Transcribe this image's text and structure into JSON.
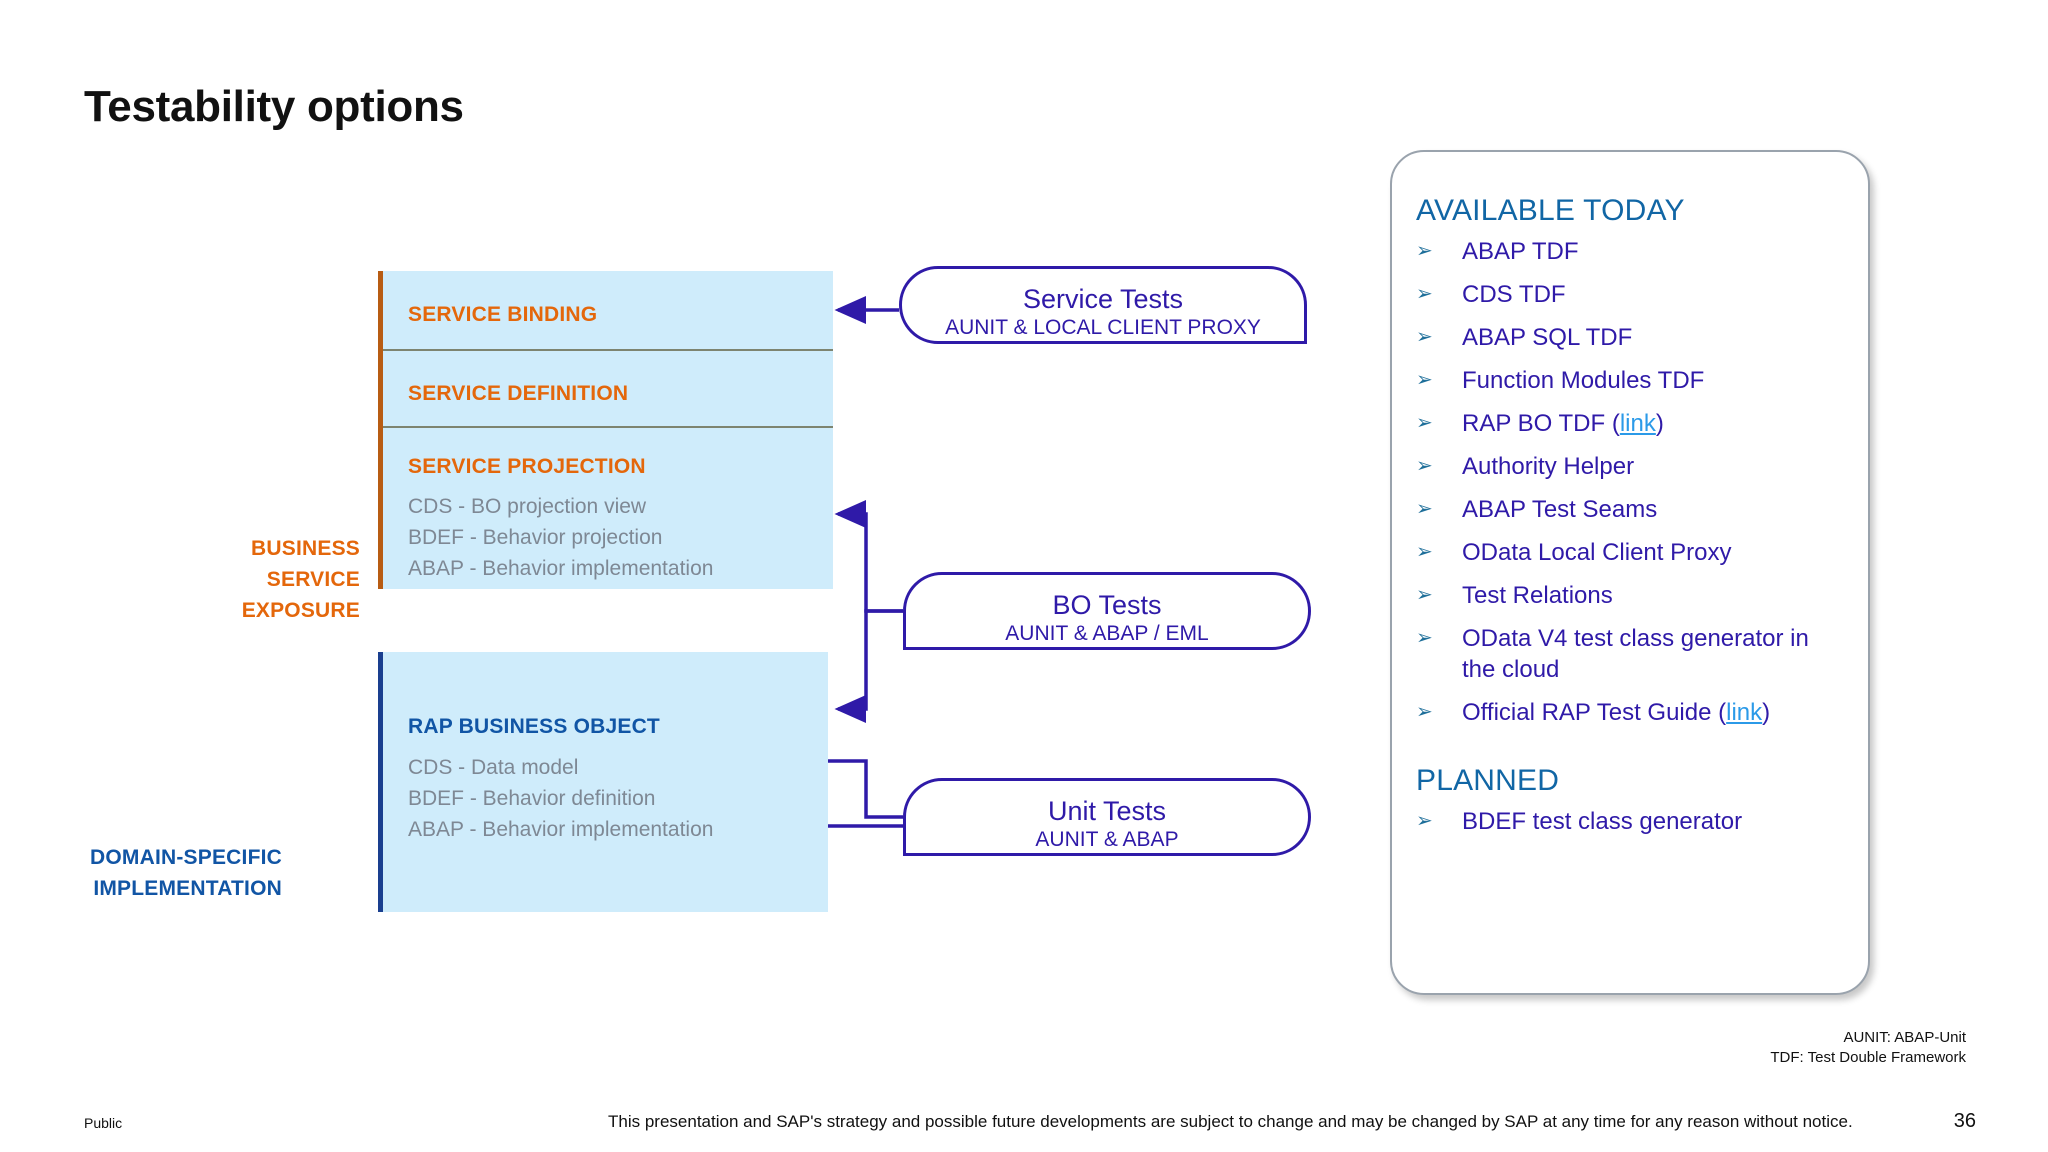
{
  "slide": {
    "title": "Testability options",
    "page_number": "36",
    "classification": "Public",
    "disclaimer": "This presentation and SAP's strategy and possible future developments are subject to change and may be changed by SAP at any time for any reason without notice."
  },
  "diagram": {
    "exposure_label": [
      "BUSINESS",
      "SERVICE",
      "EXPOSURE"
    ],
    "domain_label": [
      "DOMAIN-SPECIFIC",
      "IMPLEMENTATION"
    ],
    "bands": [
      {
        "title": "SERVICE BINDING",
        "lines": []
      },
      {
        "title": "SERVICE DEFINITION",
        "lines": []
      },
      {
        "title": "SERVICE PROJECTION",
        "lines": [
          "CDS - BO projection view",
          "BDEF - Behavior projection",
          "ABAP - Behavior implementation"
        ]
      }
    ],
    "rap_box": {
      "title": "RAP BUSINESS OBJECT",
      "lines": [
        "CDS - Data model",
        "BDEF - Behavior definition",
        "ABAP - Behavior implementation"
      ]
    },
    "callouts": [
      {
        "title": "Service Tests",
        "subtitle": "AUNIT & LOCAL CLIENT PROXY"
      },
      {
        "title": "BO Tests",
        "subtitle": "AUNIT & ABAP / EML"
      },
      {
        "title": "Unit Tests",
        "subtitle": "AUNIT & ABAP"
      }
    ]
  },
  "panel": {
    "available_heading": "AVAILABLE TODAY",
    "available_items": [
      {
        "text": "ABAP TDF",
        "link": null
      },
      {
        "text": "CDS TDF",
        "link": null
      },
      {
        "text": "ABAP SQL TDF",
        "link": null
      },
      {
        "text": "Function Modules TDF",
        "link": null
      },
      {
        "text": "RAP BO TDF",
        "link": "link"
      },
      {
        "text": "Authority Helper",
        "link": null
      },
      {
        "text": "ABAP Test Seams",
        "link": null
      },
      {
        "text": "OData Local Client Proxy",
        "link": null
      },
      {
        "text": "Test Relations",
        "link": null
      },
      {
        "text": "OData V4 test class generator in the cloud",
        "link": null
      },
      {
        "text": "Official RAP Test Guide",
        "link": "link"
      }
    ],
    "planned_heading": "PLANNED",
    "planned_items": [
      {
        "text": "BDEF test class generator",
        "link": null
      }
    ],
    "bullet_glyph": "➢"
  },
  "legend": {
    "line1": "AUNIT: ABAP-Unit",
    "line2": "TDF: Test Double Framework"
  },
  "colors": {
    "orange": "#e4670b",
    "blue": "#1155a5",
    "purple": "#2f1aa8",
    "band_fill": "#cfecfb",
    "link": "#2b9ae8"
  }
}
